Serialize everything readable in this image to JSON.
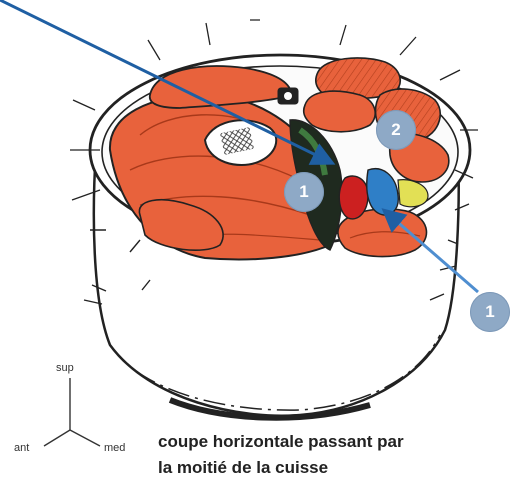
{
  "caption": {
    "line1": "coupe horizontale passant par",
    "line2": "la moitié de la cuisse"
  },
  "orientation": {
    "sup": "sup",
    "ant": "ant",
    "med": "med"
  },
  "markers": [
    {
      "label": "1"
    },
    {
      "label": "2"
    },
    {
      "label": "1"
    }
  ],
  "colors": {
    "muscle": "#e8623c",
    "muscle_dark": "#c94a26",
    "pointer": "#1f5fa3",
    "badge": "#8ea9c6",
    "vein_blue": "#2f7fc7",
    "artery_red": "#cc2020",
    "nerve_yellow": "#e2e055",
    "outline": "#222222"
  }
}
